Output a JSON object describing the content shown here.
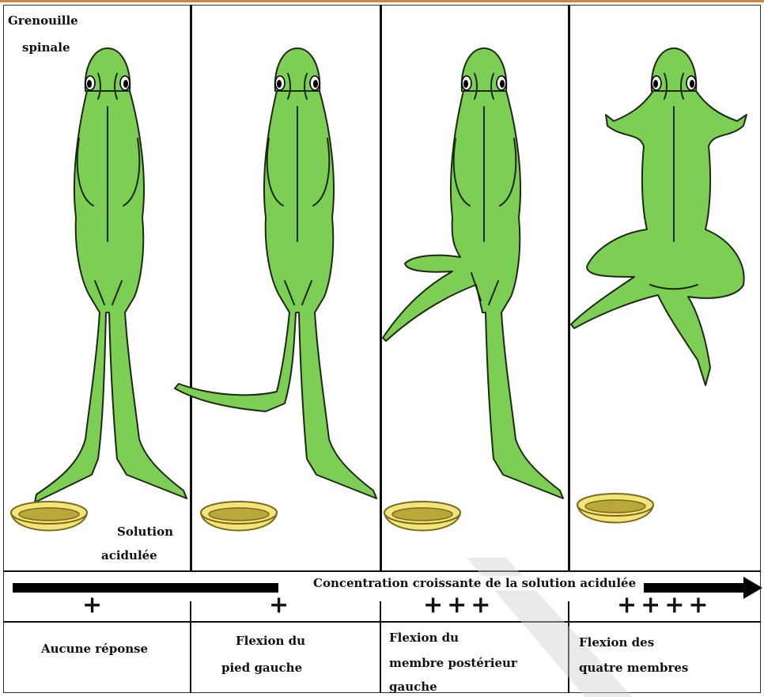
{
  "specimen_label": {
    "line1": "Grenouille",
    "line2": "spinale"
  },
  "dish_label": {
    "line1": "Solution",
    "line2": "acidulée"
  },
  "arrow_caption": "Concentration croissante de la solution acidulée",
  "stages": [
    {
      "intensity": "+",
      "response_line1": "Aucune réponse",
      "response_line2": "",
      "response_line3": ""
    },
    {
      "intensity": "+",
      "response_line1": "Flexion du",
      "response_line2": "pied gauche",
      "response_line3": ""
    },
    {
      "intensity": "+++",
      "response_line1": "Flexion du",
      "response_line2": "membre postérieur",
      "response_line3": "gauche"
    },
    {
      "intensity": "++++",
      "response_line1": "Flexion des",
      "response_line2": "quatre membres",
      "response_line3": ""
    }
  ],
  "colors": {
    "frog": "#7ccf54",
    "dish": "#f3e57a",
    "solution": "#b9a93a",
    "rule": "#c98a3a"
  },
  "icons": {
    "frog": "frog-icon",
    "dish": "dish-icon",
    "arrow": "arrow-icon"
  }
}
